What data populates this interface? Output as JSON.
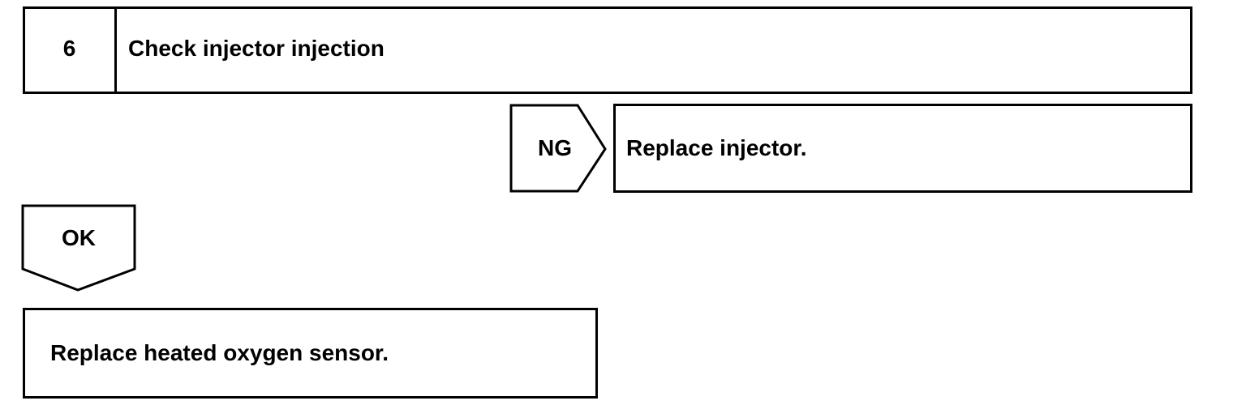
{
  "step": {
    "number": "6",
    "title": "Check injector injection"
  },
  "branches": {
    "ng": {
      "label": "NG",
      "action": "Replace injector."
    },
    "ok": {
      "label": "OK",
      "action": "Replace heated oxygen sensor."
    }
  }
}
